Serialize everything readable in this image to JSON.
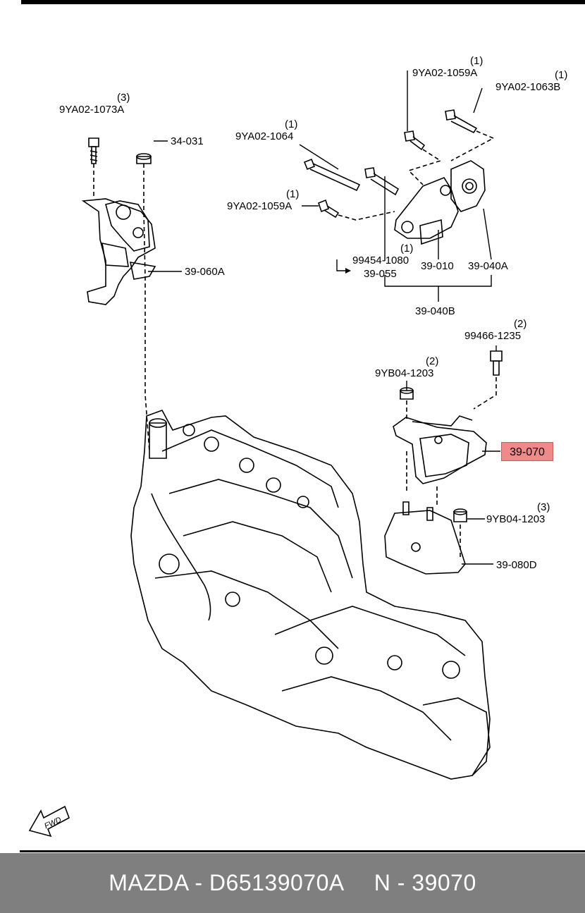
{
  "parts": {
    "bolt_1073a": {
      "code": "9YA02-1073A",
      "qty": "(3)"
    },
    "nut_34031": {
      "code": "34-031"
    },
    "bracket_060a": {
      "code": "39-060A"
    },
    "bolt_1064": {
      "code": "9YA02-1064",
      "qty": "(1)"
    },
    "bolt_1059a_left": {
      "code": "9YA02-1059A",
      "qty": "(1)"
    },
    "bolt_1059a_top": {
      "code": "9YA02-1059A",
      "qty": "(1)"
    },
    "bolt_1063b": {
      "code": "9YA02-1063B",
      "qty": "(1)"
    },
    "bolt_99454": {
      "code": "99454-1080",
      "qty": "(1)"
    },
    "mount_055": {
      "code": "39-055"
    },
    "mount_010": {
      "code": "39-010"
    },
    "mount_040a": {
      "code": "39-040A"
    },
    "mount_040b": {
      "code": "39-040B"
    },
    "bolt_99466": {
      "code": "99466-1235",
      "qty": "(2)"
    },
    "nut_9yb04_upper": {
      "code": "9YB04-1203",
      "qty": "(2)"
    },
    "mount_070": {
      "code": "39-070"
    },
    "nut_9yb04_lower": {
      "code": "9YB04-1203",
      "qty": "(3)"
    },
    "bracket_080d": {
      "code": "39-080D"
    }
  },
  "fwd_label": "FWD",
  "footer": {
    "brand_part": "MAZDA - D65139070A",
    "ref": "N - 39070"
  },
  "colors": {
    "highlight": "#ef8a8a",
    "footer_bg": "#7f7f7f"
  }
}
